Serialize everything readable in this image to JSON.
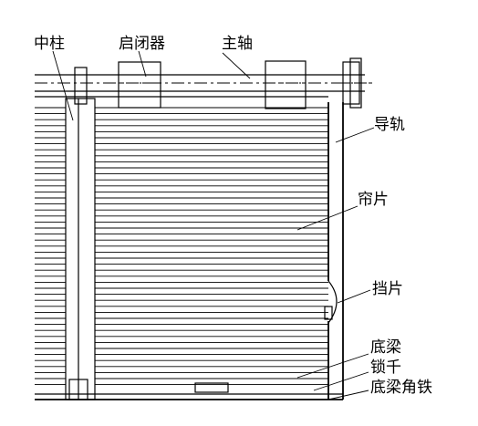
{
  "labels": {
    "center_column": "中柱",
    "opener": "启闭器",
    "main_shaft": "主轴",
    "guide_rail": "导轨",
    "curtain_slat": "帘片",
    "stopper": "挡片",
    "bottom_beam": "底梁",
    "lock": "锁千",
    "bottom_beam_angle_iron": "底梁角铁"
  }
}
